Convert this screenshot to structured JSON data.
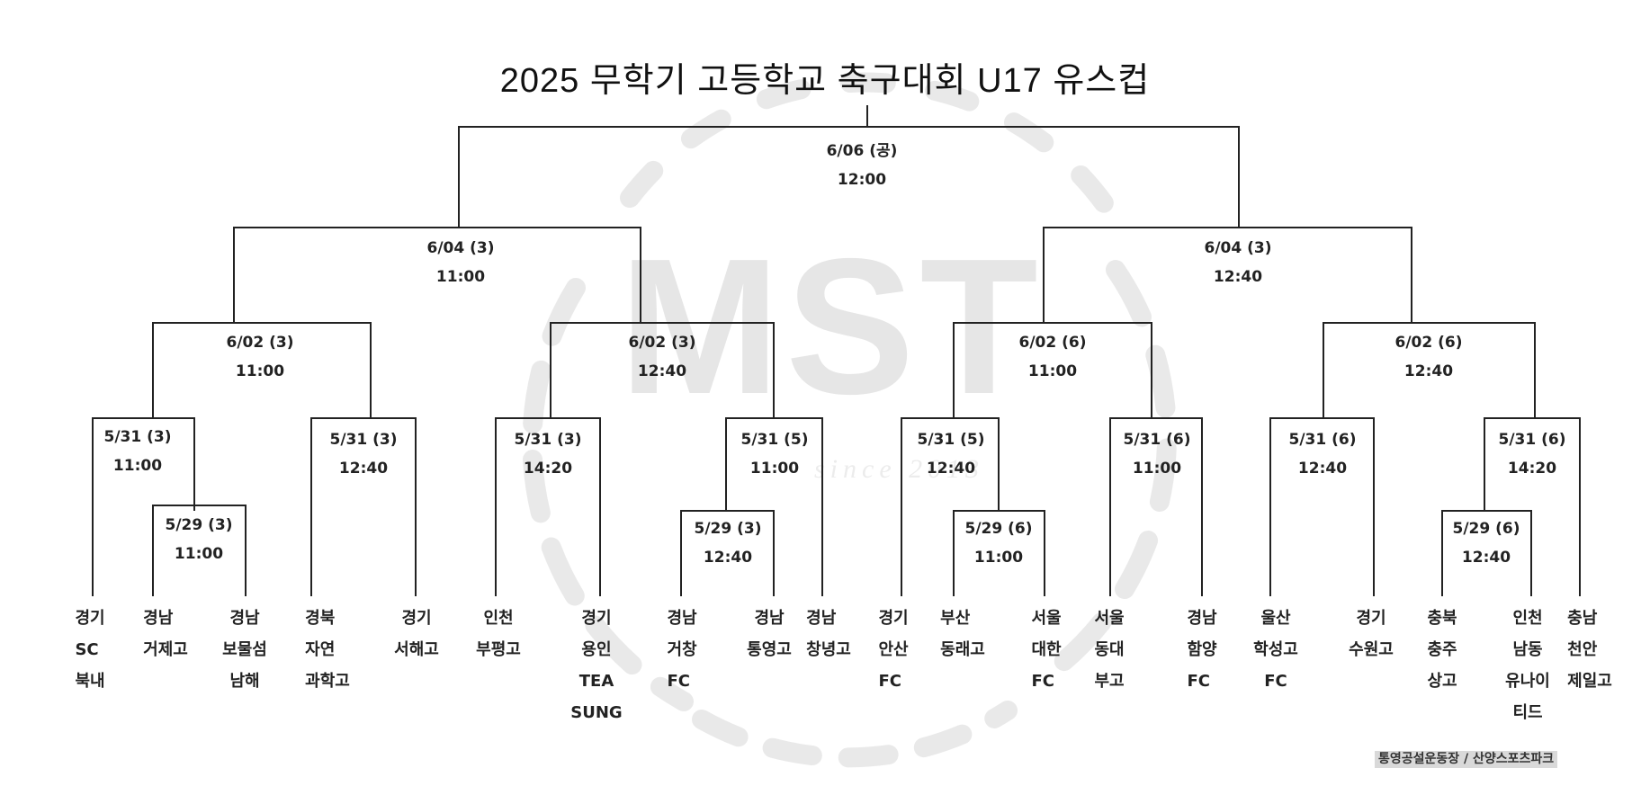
{
  "title": "2025 무학기 고등학교 축구대회 U17 유스컵",
  "watermark": {
    "text": "MST",
    "subtext": "since 2013"
  },
  "colors": {
    "line": "#222222",
    "watermark": "#e6e6e6",
    "footer_bg": "#d9d9d9"
  },
  "footer": {
    "venues": "통영공설운동장 / 산양스포츠파크"
  },
  "bracket": {
    "final": {
      "date": "6/06 (공)",
      "time": "12:00"
    },
    "semifinals": [
      {
        "date": "6/04 (3)",
        "time": "11:00"
      },
      {
        "date": "6/04 (3)",
        "time": "12:40"
      }
    ],
    "quarterfinals": [
      {
        "date": "6/02 (3)",
        "time": "11:00"
      },
      {
        "date": "6/02 (3)",
        "time": "12:40"
      },
      {
        "date": "6/02 (6)",
        "time": "11:00"
      },
      {
        "date": "6/02 (6)",
        "time": "12:40"
      }
    ],
    "round16": [
      {
        "date": "5/31 (3)",
        "time": "11:00"
      },
      {
        "date": "5/31 (3)",
        "time": "12:40"
      },
      {
        "date": "5/31 (3)",
        "time": "14:20"
      },
      {
        "date": "5/31 (5)",
        "time": "11:00"
      },
      {
        "date": "5/31 (5)",
        "time": "12:40"
      },
      {
        "date": "5/31 (6)",
        "time": "11:00"
      },
      {
        "date": "5/31 (6)",
        "time": "12:40"
      },
      {
        "date": "5/31 (6)",
        "time": "14:20"
      }
    ],
    "round32": [
      {
        "date": "5/29 (3)",
        "time": "11:00"
      },
      {
        "date": "5/29 (3)",
        "time": "12:40"
      },
      {
        "date": "5/29 (6)",
        "time": "11:00"
      },
      {
        "date": "5/29 (6)",
        "time": "12:40"
      }
    ]
  },
  "teams": [
    {
      "lines": [
        "경기",
        "SC",
        "북내"
      ]
    },
    {
      "lines": [
        "경남",
        "거제고"
      ]
    },
    {
      "lines": [
        "경남",
        "보물섬",
        "남해"
      ]
    },
    {
      "lines": [
        "경북",
        "자연",
        "과학고"
      ]
    },
    {
      "lines": [
        "경기",
        "서해고"
      ]
    },
    {
      "lines": [
        "인천",
        "부평고"
      ]
    },
    {
      "lines": [
        "경기",
        "용인",
        "TEA",
        "SUNG"
      ]
    },
    {
      "lines": [
        "경남",
        "거창",
        "FC"
      ]
    },
    {
      "lines": [
        "경남",
        "통영고"
      ]
    },
    {
      "lines": [
        "경남",
        "창녕고"
      ]
    },
    {
      "lines": [
        "경기",
        "안산",
        "FC"
      ]
    },
    {
      "lines": [
        "부산",
        "동래고"
      ]
    },
    {
      "lines": [
        "서울",
        "대한",
        "FC"
      ]
    },
    {
      "lines": [
        "서울",
        "동대",
        "부고"
      ]
    },
    {
      "lines": [
        "경남",
        "함양",
        "FC"
      ]
    },
    {
      "lines": [
        "울산",
        "학성고",
        "FC"
      ]
    },
    {
      "lines": [
        "경기",
        "수원고"
      ]
    },
    {
      "lines": [
        "충북",
        "충주",
        "상고"
      ]
    },
    {
      "lines": [
        "인천",
        "남동",
        "유나이",
        "티드"
      ]
    },
    {
      "lines": [
        "충남",
        "천안",
        "제일고"
      ]
    }
  ]
}
